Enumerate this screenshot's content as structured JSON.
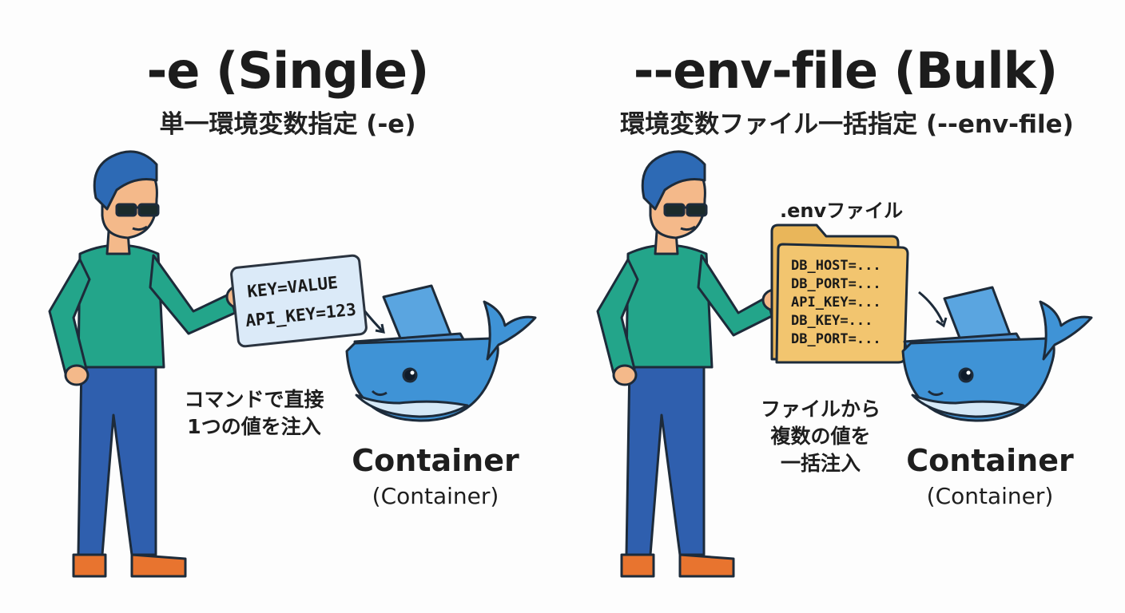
{
  "left": {
    "title": "-e (Single)",
    "subtitle": "単一環境変数指定 (-e)",
    "card_lines": [
      "KEY=VALUE",
      "API_KEY=123"
    ],
    "note_lines": [
      "コマンドで直接",
      "1つの値を注入"
    ],
    "container_label": "Container",
    "container_sublabel": "(Container)"
  },
  "right": {
    "title": "--env-file (Bulk)",
    "subtitle": "環境変数ファイル一括指定 (--env-file)",
    "folder_label": ".envファイル",
    "env_lines": [
      "DB_HOST=...",
      "DB_PORT=...",
      "API_KEY=...",
      "DB_KEY=...",
      "DB_PORT=..."
    ],
    "note_lines": [
      "ファイルから",
      "複数の値を",
      "一括注入"
    ],
    "container_label": "Container",
    "container_sublabel": "(Container)"
  },
  "colors": {
    "shirt": "#23a58a",
    "pants": "#2f5fae",
    "hair": "#2d6ab5",
    "skin": "#f4b98a",
    "shoes": "#e8742f",
    "whale": "#3f93d6",
    "whale_belly": "#d5e8f6",
    "card": "#dbeaf8",
    "folder": "#f2c56f"
  },
  "icons": [
    "person-illustration",
    "whale-icon",
    "laptop-icon",
    "arrow-icon",
    "folder-icon"
  ]
}
